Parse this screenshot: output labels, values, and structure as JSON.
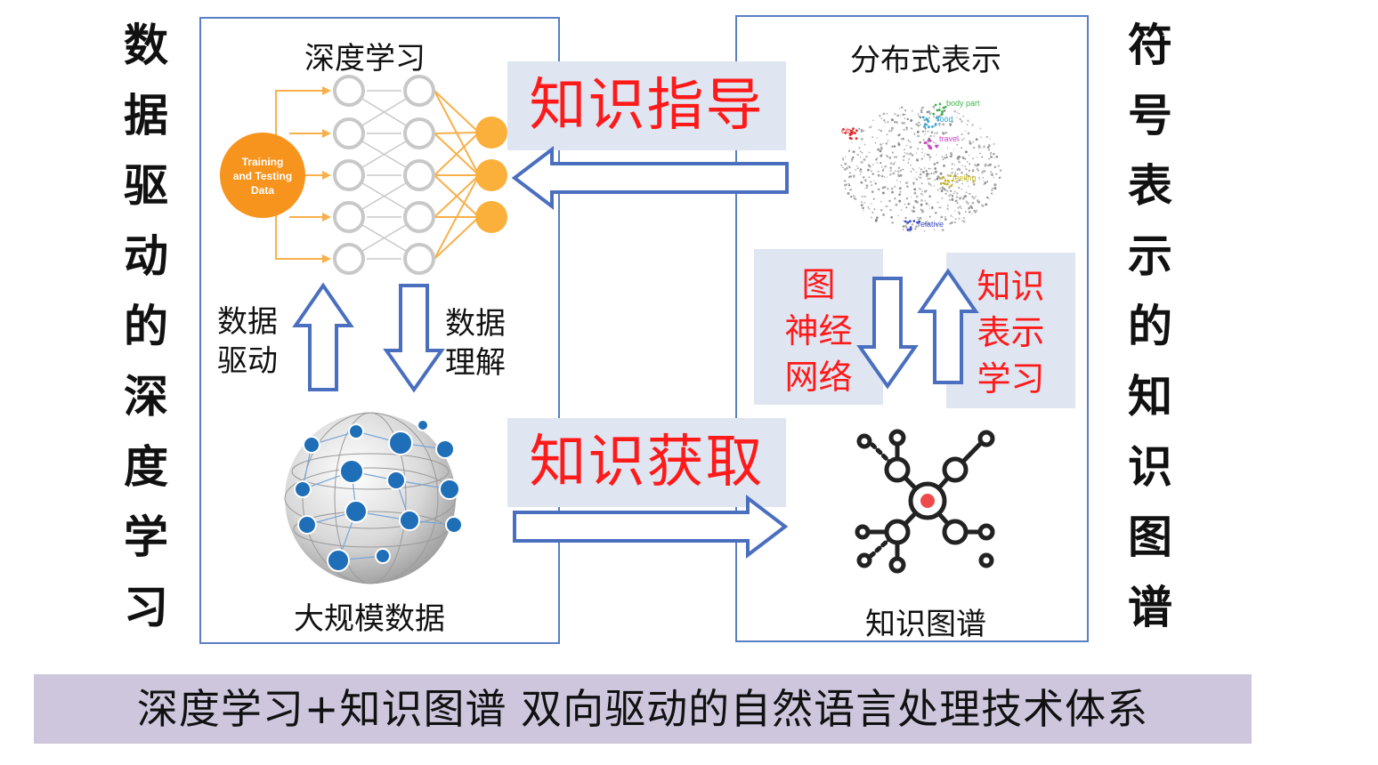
{
  "left_side_label": [
    "数",
    "据",
    "驱",
    "动",
    "的",
    "深",
    "度",
    "学",
    "习"
  ],
  "right_side_label": [
    "符",
    "号",
    "表",
    "示",
    "的",
    "知",
    "识",
    "图",
    "谱"
  ],
  "left_panel": {
    "title": "深度学习",
    "training_data_label": [
      "Training",
      "and Testing",
      "Data"
    ],
    "data_driven_label": [
      "数据",
      "驱动"
    ],
    "data_understanding_label": [
      "数据",
      "理解"
    ],
    "bottom_title": "大规模数据"
  },
  "right_panel": {
    "title": "分布式表示",
    "embedding_tags": [
      "body part",
      "food",
      "city",
      "travel",
      "feeling",
      "relative"
    ],
    "gnn_label": [
      "图",
      "神经",
      "网络"
    ],
    "kr_learning_label": [
      "知识",
      "表示",
      "学习"
    ],
    "bottom_title": "知识图谱"
  },
  "banners": {
    "guidance": "知识指导",
    "acquisition": "知识获取"
  },
  "footer": "深度学习+知识图谱 双向驱动的自然语言处理技术体系",
  "colors": {
    "panel_border": "#5a7fc4",
    "arrow_stroke": "#4a6fbf",
    "banner_bg": "#dfe5f1",
    "red_text": "#ff1a1a",
    "footer_bg": "#cec6dd",
    "neuron_orange": "#fbb03b",
    "data_circle": "#f7941d"
  }
}
